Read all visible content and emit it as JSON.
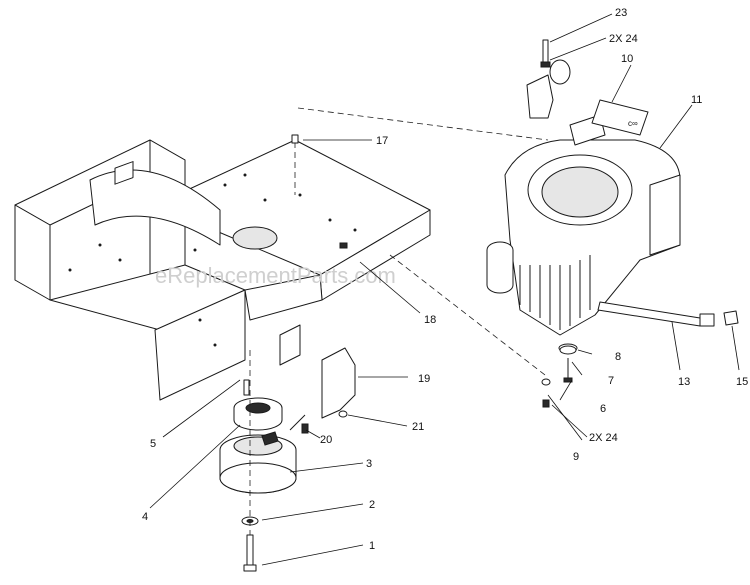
{
  "watermark": "eReplacementParts.com",
  "callouts": [
    {
      "id": "c1",
      "text": "1"
    },
    {
      "id": "c2",
      "text": "2"
    },
    {
      "id": "c3",
      "text": "3"
    },
    {
      "id": "c4",
      "text": "4"
    },
    {
      "id": "c5",
      "text": "5"
    },
    {
      "id": "c6",
      "text": "6"
    },
    {
      "id": "c7",
      "text": "7"
    },
    {
      "id": "c8",
      "text": "8"
    },
    {
      "id": "c9",
      "text": "9"
    },
    {
      "id": "c10",
      "text": "10"
    },
    {
      "id": "c11",
      "text": "11"
    },
    {
      "id": "c13",
      "text": "13"
    },
    {
      "id": "c15",
      "text": "15"
    },
    {
      "id": "c17",
      "text": "17"
    },
    {
      "id": "c18",
      "text": "18"
    },
    {
      "id": "c19",
      "text": "19"
    },
    {
      "id": "c20",
      "text": "20"
    },
    {
      "id": "c21",
      "text": "21"
    },
    {
      "id": "c23",
      "text": "23"
    },
    {
      "id": "q24a",
      "text": "2X 24"
    },
    {
      "id": "q24b",
      "text": "2X 24"
    }
  ]
}
